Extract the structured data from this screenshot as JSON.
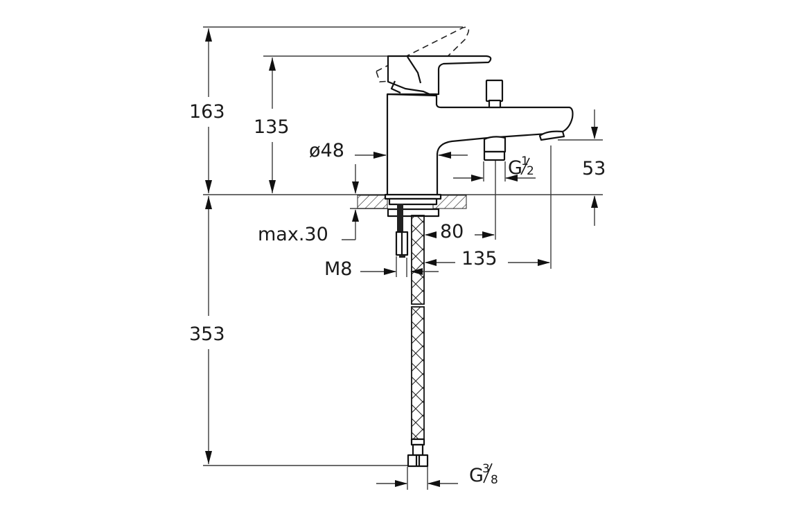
{
  "drawing": {
    "subject": "Single-lever bath/shower mixer technical dimension drawing",
    "units": "mm",
    "colors": {
      "line": "#111111",
      "background": "#ffffff"
    }
  },
  "dimensions": {
    "overall_height_lever_open": "163",
    "body_height": "135",
    "body_diameter": "ø48",
    "max_deck_thickness": "max.30",
    "spout_clearance_height": "53",
    "outlet_thread": {
      "prefix": "G",
      "numerator": "1",
      "denominator": "2"
    },
    "outlet_projection": "80",
    "spout_projection": "135",
    "fixing_rod_thread": "M8",
    "hose_length": "353",
    "hose_thread": {
      "prefix": "G",
      "numerator": "3",
      "denominator": "8"
    }
  },
  "components": [
    "lever-handle",
    "lever-open-position-outline",
    "mixer-body",
    "diverter-knob",
    "spout",
    "spout-outlet",
    "hand-shower-connection",
    "deck-countertop",
    "mounting-plate",
    "threaded-fixing-rod",
    "braided-flexible-hose",
    "hose-nut"
  ]
}
